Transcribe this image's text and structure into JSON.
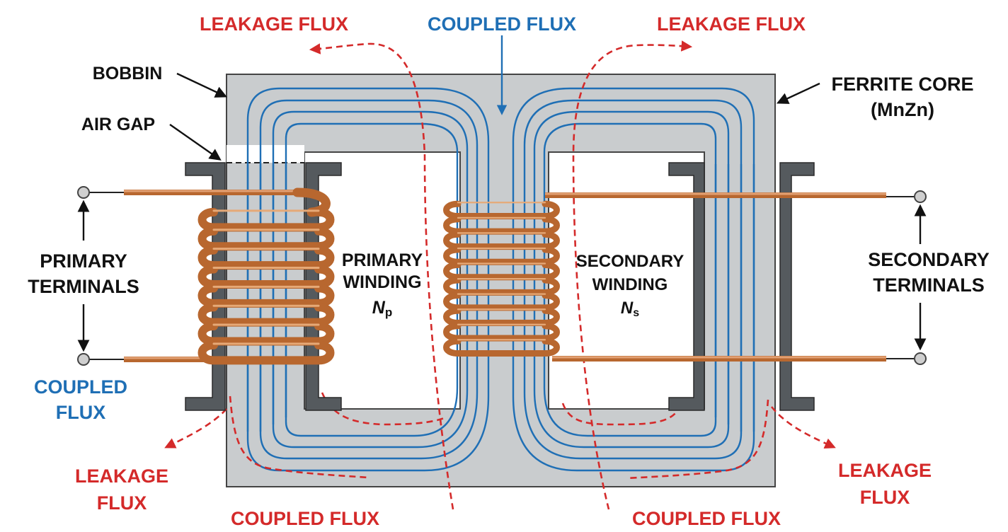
{
  "labels": {
    "leakage_flux_top_left": "LEAKAGE FLUX",
    "coupled_flux_top": "COUPLED FLUX",
    "leakage_flux_top_right": "LEAKAGE FLUX",
    "bobbin": "BOBBIN",
    "air_gap": "AIR GAP",
    "ferrite_core_line1": "FERRITE CORE",
    "ferrite_core_line2": "(MnZn)",
    "primary_terminals_line1": "PRIMARY",
    "primary_terminals_line2": "TERMINALS",
    "primary_winding_line1": "PRIMARY",
    "primary_winding_line2": "WINDING",
    "primary_winding_symbol": "N",
    "primary_winding_subscript": "p",
    "secondary_winding_line1": "SECONDARY",
    "secondary_winding_line2": "WINDING",
    "secondary_winding_symbol": "N",
    "secondary_winding_subscript": "s",
    "secondary_terminals_line1": "SECONDARY",
    "secondary_terminals_line2": "TERMINALS",
    "coupled_flux_left_line1": "COUPLED",
    "coupled_flux_left_line2": "FLUX",
    "leakage_flux_bottom_left_line1": "LEAKAGE",
    "leakage_flux_bottom_left_line2": "FLUX",
    "coupled_flux_bottom_left": "COUPLED FLUX",
    "coupled_flux_bottom_right": "COUPLED FLUX",
    "leakage_flux_bottom_right_line1": "LEAKAGE",
    "leakage_flux_bottom_right_line2": "FLUX"
  },
  "colors": {
    "leakage": "#d42a2a",
    "coupled": "#1f6fb5",
    "core": "#c9ccce",
    "copper": "#b8672f",
    "bobbin": "#555a5e",
    "text": "#111111"
  },
  "windings": {
    "primary_turns_drawn": 8,
    "secondary_turns_drawn": 10
  }
}
